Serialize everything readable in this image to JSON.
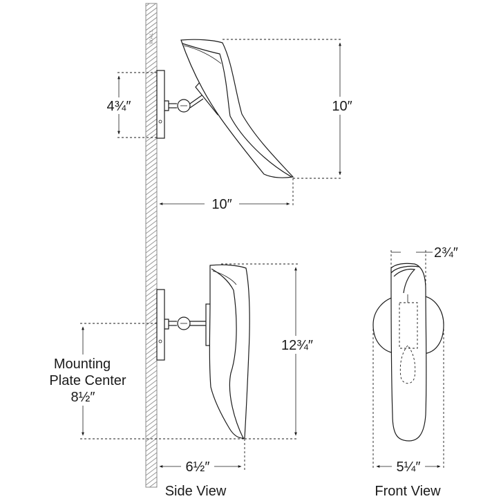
{
  "wall_label": "WALL",
  "side_view": {
    "label": "Side View",
    "upper": {
      "plate_height": "4¾″",
      "height": "10″",
      "extension": "10″"
    },
    "lower": {
      "height": "12¾″",
      "extension": "6½″",
      "mounting_label_line1": "Mounting",
      "mounting_label_line2": "Plate Center",
      "mounting_value": "8½″"
    }
  },
  "front_view": {
    "label": "Front View",
    "depth": "2¾″",
    "width": "5¼″"
  }
}
